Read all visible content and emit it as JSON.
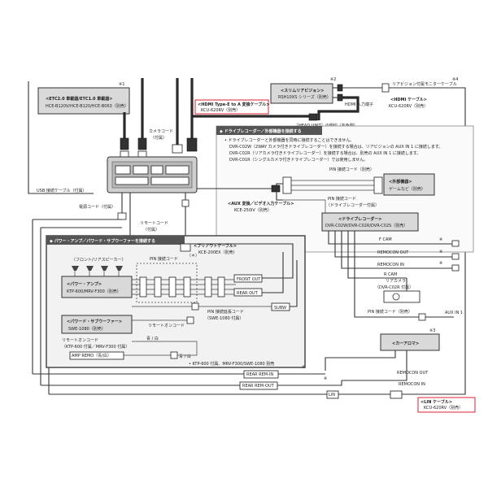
{
  "page": {
    "title": "",
    "note_mark": "※"
  },
  "etc": {
    "title": "<ETC2.0 車載器/ETC1.0 車載器>",
    "subtitle": "HCE-B120V/HCE-B120/HCE-B063（別売）",
    "note": "※1"
  },
  "usb": {
    "label": "USB 接続ケーブル（付属）"
  },
  "camera_cord": {
    "label": "カメラコード",
    "sub": "（付属）"
  },
  "power_cord": {
    "label": "電源コード（付属）"
  },
  "remote_cord": {
    "label": "リモートコード",
    "sub": "（付属）"
  },
  "hdmi_cable": {
    "title": "<HDMI Type-E to A 変換ケーブル>",
    "model": "KCU-620RV（別売）"
  },
  "slim_rear": {
    "title": "<スリムリアビジョン>",
    "subtitle": "RSH10XS シリーズ（別売）",
    "note": "※2"
  },
  "hdmi_input": {
    "label": "HDMI 入力端子"
  },
  "rear_monitor_cable": {
    "label": "リアビジョン付属モニターケーブル",
    "note": "※4"
  },
  "hdmi_cable2": {
    "title": "<HDMI ケーブル>",
    "model": "KCU-620RV（別売）"
  },
  "head_unit": {
    "label": "［HEAD UNIT］の側印（灰色側）"
  },
  "drive_rec": {
    "section": "◆ ドライブレコーダー／外部機器を接続する",
    "note1": "• ドライブレコーダーと外部機器を同時に接続することはできません。",
    "note2": "DVR-C02W（2WAY カメラ付きドライブレコーダー）を接続する場合は、リアビジョンの AUX IN 1 に接続します。",
    "note3": "DVR-C02R（リアカメラ付きドライブレコーダー）を接続する場合は、別売の AUX IN 1 に接続します。",
    "note4": "DVR-C01R（シングルカメラ付きドライブレコーダー）では使用しません。"
  },
  "pin_cord1": {
    "label": "PIN 接続コード（別売）"
  },
  "external": {
    "title": "<外部機器>",
    "subtitle": "ゲームなど（別売）"
  },
  "aux_cable": {
    "title": "<AUX 変換／ビデオ入力ケーブル>",
    "model": "KCE-250iV（別売）"
  },
  "pin_cord2": {
    "label": "PIN 接続コード",
    "sub": "（ドライブレコーダー付属）"
  },
  "dashcam": {
    "title": "<ドライブレコーダー>",
    "subtitle": "DVR-C02W/DVR-C02R/DVR-C02S（別売）"
  },
  "fcam": {
    "label": "F CAM"
  },
  "remocon_out": {
    "label": "REMOCON OUT"
  },
  "remocon_in": {
    "label": "REMOCON IN"
  },
  "rcam": {
    "label": "R CAM"
  },
  "rear_camera": {
    "label": "リアカメラ",
    "sub": "（DVR-C02R 付属）"
  },
  "pin_cord3": {
    "label": "PIN 接続コード（別売）"
  },
  "aux_in1": {
    "label": "AUX IN 1"
  },
  "car_aroma": {
    "title": "<カーアロマ>",
    "subtitle": "（別売）",
    "note": "※3"
  },
  "remocon_out2": {
    "label": "REMOCON OUT"
  },
  "remocon_in2": {
    "label": "REMOCON IN"
  },
  "rear_rem_in": {
    "label": "REAR REM-IN"
  },
  "rear_rem_out": {
    "label": "REAR REM-OUT"
  },
  "lin": {
    "label": "LIN"
  },
  "lin_cable": {
    "title": "<LIN ケーブル>",
    "model": "KCU-620RV（別売）"
  },
  "power_amp": {
    "section": "◆ パワー・アンプ／パワード・サブウーファーを接続する",
    "speaker": "（フロント/リアスピーカー）",
    "amp_title": "<パワー・アンプ>",
    "amp_model": "KTP-600/MRV-F300（別売）",
    "preout": "<プリアウトケーブル>",
    "preout_model": "KCE-200EX（別売）",
    "pin_cord": "PIN 接続コード",
    "front_out": "FRONT OUT",
    "rear_out": "REAR OUT",
    "subw": "SUBW",
    "pin_cord_b": "PIN 接続延長コード",
    "pin_cord_b_sub": "（SWE-1080 付属）",
    "sub_title": "<パワード・サブウーファー>",
    "sub_model": "SWE-1080（別売）",
    "remote_on": "リモートオンコード",
    "remote_on2": "リモートオンコード",
    "remote_on2_sub": "（KTP-600 付属／MRV-F300 付属）",
    "amp_remo": "AMP REMO（青/白）",
    "bottom_note": "• KTP-600 付属、MRV-F300/SWE-1080 別売",
    "ao_shiro": "青 / 白",
    "ast": "（＊）"
  }
}
